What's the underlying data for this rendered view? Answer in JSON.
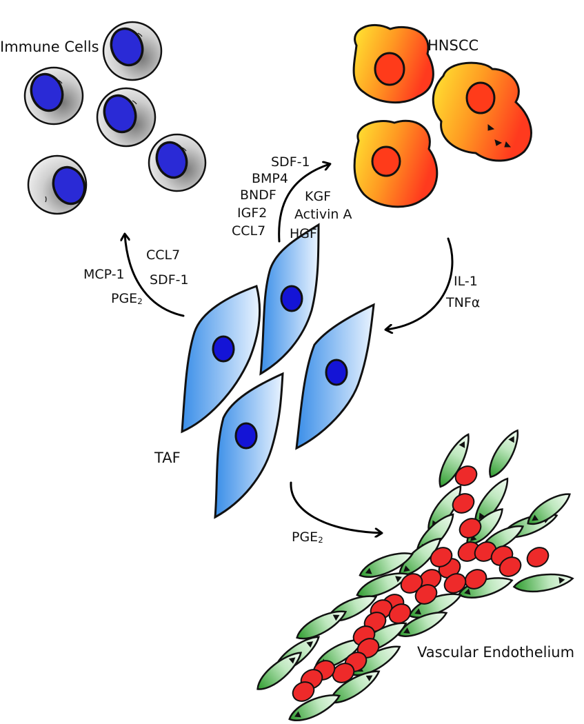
{
  "title": "",
  "labels": {
    "immune_cells": "Immune Cells",
    "hnscc": "HNSCC",
    "taf": "TAF",
    "vascular_endothelium": "Vascular Endothelium"
  },
  "taf_to_immune": {
    "factors": [
      "CCL7",
      "MCP-1",
      "SDF-1"
    ],
    "pge_base": "PGE",
    "pge_sub": "2"
  },
  "taf_to_hnscc": {
    "factors_left": [
      "SDF-1",
      "BMP4",
      "BNDF",
      "IGF2",
      "CCL7"
    ],
    "factors_right": [
      "KGF",
      "Activin A",
      "HGF"
    ]
  },
  "hnscc_to_taf": {
    "factors": [
      "IL-1",
      "TNFα"
    ]
  },
  "taf_to_vascular": {
    "pge_base": "PGE",
    "pge_sub": "2"
  },
  "colors": {
    "immune_cell_fill": "#c9c9c9",
    "immune_nucleus": "#2a2ad6",
    "hnscc_gradient": [
      "#ffe833",
      "#ff8a1e",
      "#ff3a1e"
    ],
    "hnscc_nucleus": "#ff3b1a",
    "taf_gradient": [
      "#3b8fe8",
      "#e6f1ff"
    ],
    "taf_nucleus": "#1414d6",
    "endothelial_green": [
      "#2a9a2a",
      "#eaf7ea"
    ],
    "red_blood_cell": "#ee2a2a"
  }
}
